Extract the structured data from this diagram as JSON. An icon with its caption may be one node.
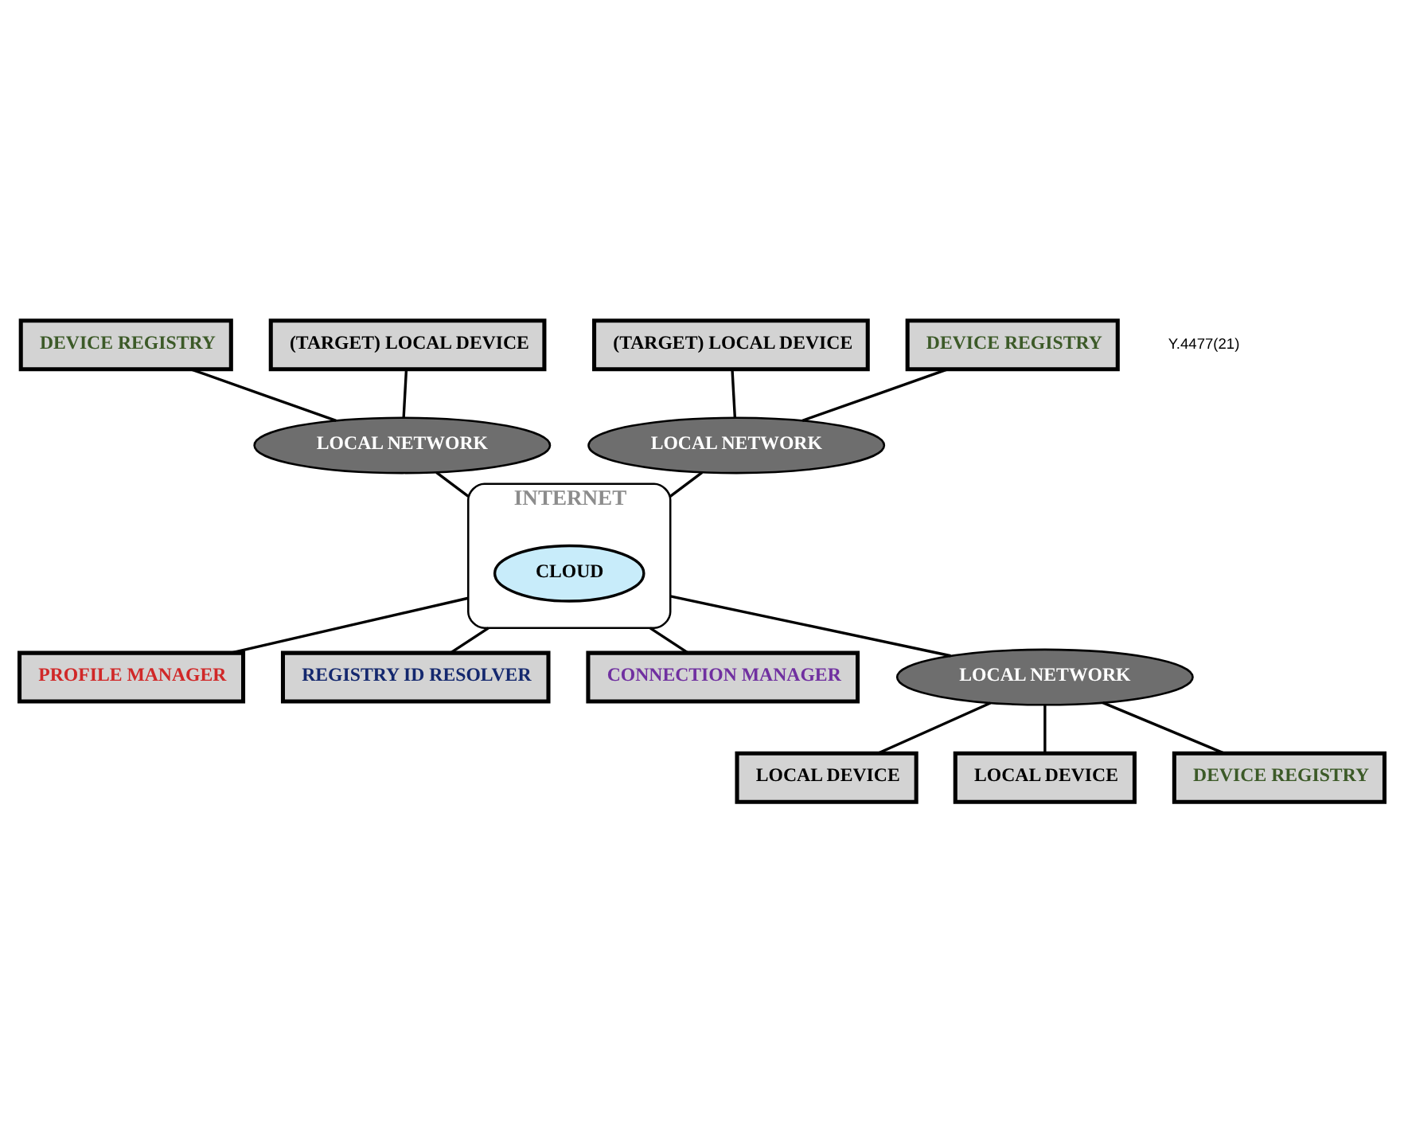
{
  "diagram": {
    "nodes": [
      {
        "text": [
          "DEVICE REGISTRY"
        ]
      },
      {
        "text": [
          "(TARGET) LOCAL DEVICE"
        ]
      },
      {
        "text": [
          "LOCAL NETWORK"
        ]
      },
      {
        "text": [
          "PROFILE MANAGER"
        ]
      },
      {
        "text": [
          "REGISTRY ID RESOLVER"
        ]
      },
      {
        "text": [
          "(TARGET) LOCAL DEVICE"
        ]
      },
      {
        "text": [
          "DEVICE REGISTRY"
        ]
      },
      {
        "text": [
          "INTERNET"
        ]
      },
      {
        "text": [
          "CLOUD"
        ],
        "in": 7
      },
      {
        "text": [
          "LOCAL NETWORK"
        ]
      },
      {
        "text": [
          "CONNECTION MANAGER"
        ]
      },
      {
        "text": [
          "LOCAL NETWORK"
        ]
      },
      {
        "text": [
          "LOCAL DEVICE"
        ]
      },
      {
        "text": [
          "LOCAL DEVICE"
        ]
      },
      {
        "text": [
          "DEVICE REGISTRY"
        ]
      }
    ],
    "edges": [
      {
        "from": 0,
        "to": 2,
        "arrow": "none"
      },
      {
        "from": 1,
        "to": 2,
        "arrow": "none"
      },
      {
        "from": 2,
        "to": 7,
        "arrow": "none"
      },
      {
        "from": 7,
        "to": 3,
        "arrow": "none"
      },
      {
        "from": 7,
        "to": 4,
        "arrow": "none"
      },
      {
        "from": 7,
        "to": 10,
        "arrow": "none"
      },
      {
        "from": 5,
        "to": 9,
        "arrow": "none"
      },
      {
        "from": 6,
        "to": 9,
        "arrow": "none"
      },
      {
        "from": 9,
        "to": 7,
        "arrow": "none"
      },
      {
        "from": 7,
        "to": 11,
        "arrow": "none"
      },
      {
        "from": 11,
        "to": 12,
        "arrow": "none"
      },
      {
        "from": 11,
        "to": 13,
        "arrow": "none"
      },
      {
        "from": 11,
        "to": 14,
        "arrow": "none"
      }
    ],
    "labels": [
      "Y.4477(21)"
    ]
  }
}
